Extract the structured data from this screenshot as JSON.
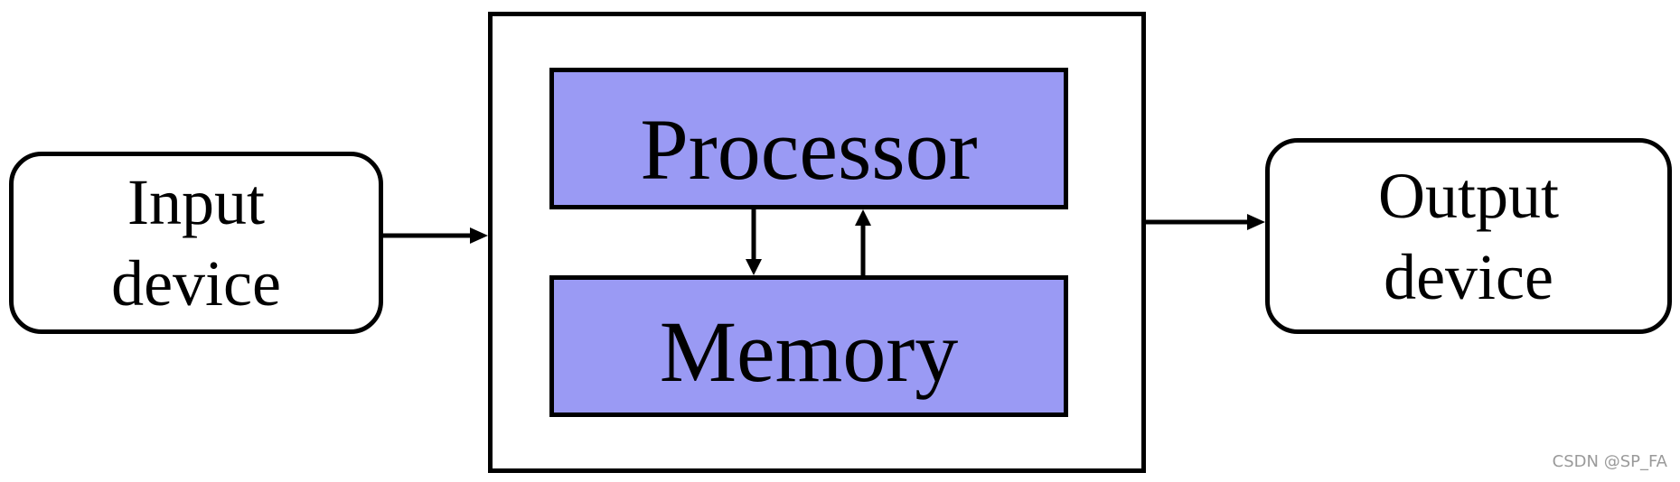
{
  "input_device": {
    "line1": "Input",
    "line2": "device"
  },
  "output_device": {
    "line1": "Output",
    "line2": "device"
  },
  "processor": {
    "label": "Processor"
  },
  "memory": {
    "label": "Memory"
  },
  "watermark": {
    "text": "CSDN @SP_FA"
  },
  "colors": {
    "unit_fill": "#9a9af4",
    "stroke": "#000000",
    "background": "#ffffff"
  }
}
